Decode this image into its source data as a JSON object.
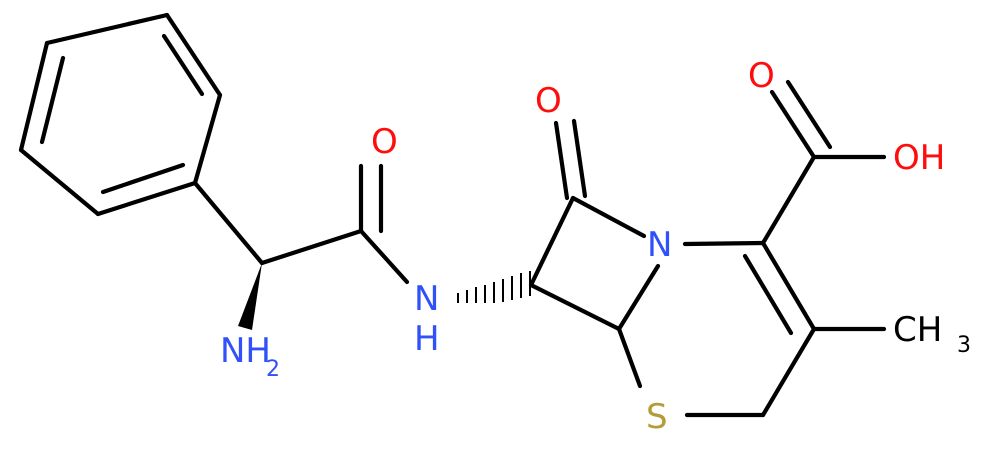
{
  "molecule": {
    "atoms": {
      "carbonyl_O_amide": "O",
      "amide_N_H": "N",
      "amide_H": "H",
      "amine_N": "NH",
      "amine_sub": "2",
      "lactam_O": "O",
      "ring_N": "N",
      "acid_O": "O",
      "acid_OH": "OH",
      "methyl_C": "CH",
      "methyl_sub": "3",
      "ring_S": "S"
    },
    "colors": {
      "carbon_bond": "#000000",
      "oxygen": "#ff0d0d",
      "nitrogen": "#3050f8",
      "sulfur": "#b29d36"
    }
  }
}
